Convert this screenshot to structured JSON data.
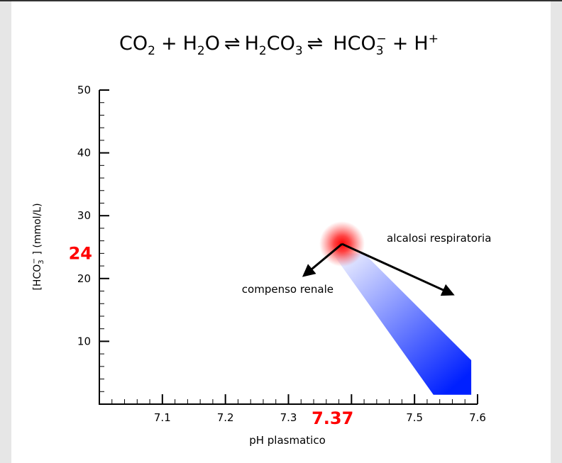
{
  "equation": {
    "co2": "CO",
    "co2_sub": "2",
    "plus1": "+",
    "h2o_h": "H",
    "h2o_sub": "2",
    "h2o_o": "O",
    "eq1": "⇌",
    "h2co3_h": "H",
    "h2co3_sub2": "2",
    "h2co3_co": "CO",
    "h2co3_sub3": "3",
    "eq2": "⇌",
    "hco3": "HCO",
    "hco3_sub": "3",
    "hco3_sup": "−",
    "plus2": "+",
    "h": "H",
    "h_sup": "+"
  },
  "chart_data": {
    "type": "diagram",
    "xlabel": "pH plasmatico",
    "ylabel_prefix": "[HCO",
    "ylabel_sub": "3",
    "ylabel_sup": "−",
    "ylabel_suffix": " ] (mmol/L)",
    "xlim": [
      7.0,
      7.6
    ],
    "ylim": [
      0,
      50
    ],
    "x_ticks": [
      "7.1",
      "7.2",
      "7.3",
      "7.5",
      "7.6"
    ],
    "y_ticks": [
      "10",
      "20",
      "30",
      "40",
      "50"
    ],
    "highlight_x": "7.37",
    "highlight_y": "24",
    "normal_point": {
      "x": 7.385,
      "y": 25.5
    },
    "band": {
      "start": [
        [
          7.37,
          24
        ],
        [
          7.42,
          24
        ]
      ],
      "end": [
        [
          7.53,
          1.5
        ],
        [
          7.59,
          1.5
        ],
        [
          7.59,
          7
        ]
      ]
    },
    "arrows": [
      {
        "label": "compenso renale",
        "from": [
          7.385,
          25.5
        ],
        "to": [
          7.325,
          20.5
        ]
      },
      {
        "label": "alcalosi respiratoria",
        "from": [
          7.385,
          25.5
        ],
        "to": [
          7.56,
          17.5
        ]
      }
    ],
    "colors": {
      "highlight": "#ff0000",
      "band_start": "#ffffff",
      "band_end": "#0020ff",
      "axis": "#000000"
    }
  }
}
